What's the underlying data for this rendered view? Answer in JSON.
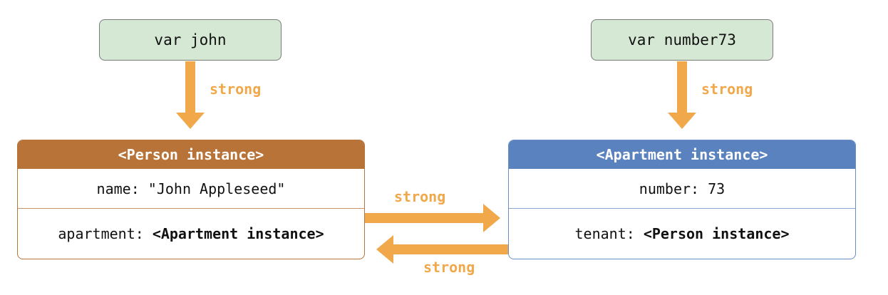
{
  "variables": {
    "john": "var john",
    "number73": "var number73"
  },
  "person": {
    "header": "<Person instance>",
    "name_row": "name: \"John Appleseed\"",
    "apartment_key": "apartment: ",
    "apartment_value": "<Apartment instance>"
  },
  "apartment": {
    "header": "<Apartment instance>",
    "number_row": "number: 73",
    "tenant_key": "tenant: ",
    "tenant_value": "<Person instance>"
  },
  "arrows": {
    "john_to_person": "strong",
    "number73_to_apartment": "strong",
    "person_to_apartment": "strong",
    "apartment_to_person": "strong"
  },
  "colors": {
    "arrow": "#f0a84a",
    "person_header": "#b87338",
    "apartment_header": "#5a82bf",
    "variable_fill": "#d5e8d4"
  }
}
